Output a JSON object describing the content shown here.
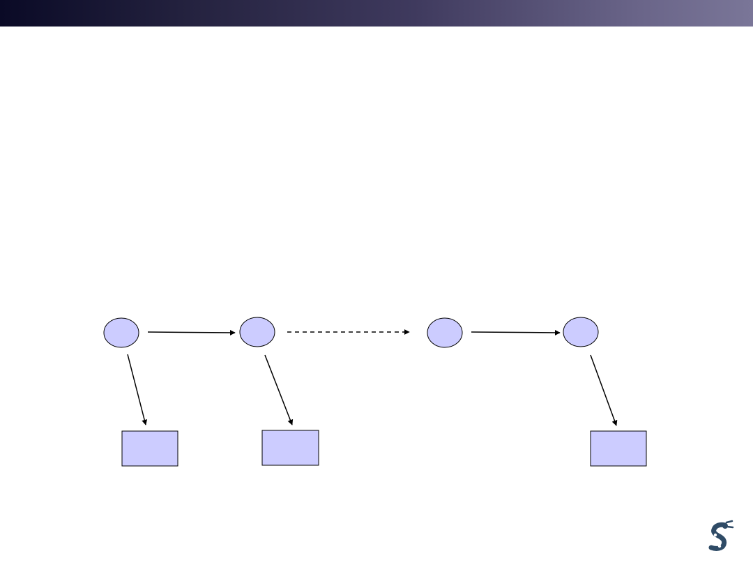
{
  "slide": {
    "header_bar_colors": [
      "#0a0a26",
      "#7a7698"
    ]
  },
  "diagram": {
    "state_nodes": [
      {
        "id": "state-1",
        "label": ""
      },
      {
        "id": "state-2",
        "label": ""
      },
      {
        "id": "state-3",
        "label": ""
      },
      {
        "id": "state-4",
        "label": ""
      }
    ],
    "observation_nodes": [
      {
        "id": "observation-1",
        "parent": "state-1",
        "label": ""
      },
      {
        "id": "observation-2",
        "parent": "state-2",
        "label": ""
      },
      {
        "id": "observation-4",
        "parent": "state-4",
        "label": ""
      }
    ],
    "edges": [
      {
        "from": "state-1",
        "to": "state-2",
        "style": "solid"
      },
      {
        "from": "state-2",
        "to": "state-3",
        "style": "dashed"
      },
      {
        "from": "state-3",
        "to": "state-4",
        "style": "solid"
      },
      {
        "from": "state-1",
        "to": "observation-1",
        "style": "solid"
      },
      {
        "from": "state-2",
        "to": "observation-2",
        "style": "solid"
      },
      {
        "from": "state-4",
        "to": "observation-4",
        "style": "solid"
      }
    ],
    "node_fill": "#ccccff",
    "node_stroke": "#000000"
  },
  "branding": {
    "logo_icon": "robot-arm-logo-icon"
  }
}
